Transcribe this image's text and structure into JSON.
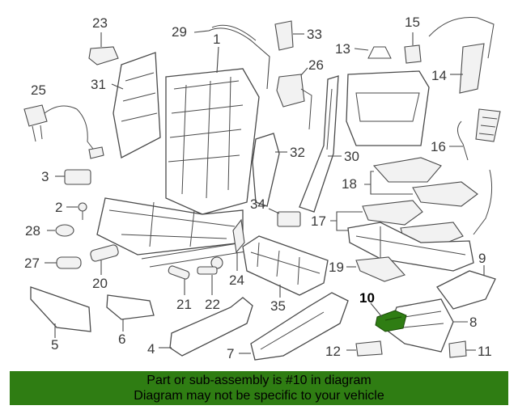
{
  "callouts": [
    {
      "id": "1",
      "label": "1"
    },
    {
      "id": "2",
      "label": "2"
    },
    {
      "id": "3",
      "label": "3"
    },
    {
      "id": "4",
      "label": "4"
    },
    {
      "id": "5",
      "label": "5"
    },
    {
      "id": "6",
      "label": "6"
    },
    {
      "id": "7",
      "label": "7"
    },
    {
      "id": "8",
      "label": "8"
    },
    {
      "id": "9",
      "label": "9"
    },
    {
      "id": "10",
      "label": "10"
    },
    {
      "id": "11",
      "label": "11"
    },
    {
      "id": "12",
      "label": "12"
    },
    {
      "id": "13",
      "label": "13"
    },
    {
      "id": "14",
      "label": "14"
    },
    {
      "id": "15",
      "label": "15"
    },
    {
      "id": "16",
      "label": "16"
    },
    {
      "id": "17",
      "label": "17"
    },
    {
      "id": "18",
      "label": "18"
    },
    {
      "id": "19",
      "label": "19"
    },
    {
      "id": "20",
      "label": "20"
    },
    {
      "id": "21",
      "label": "21"
    },
    {
      "id": "22",
      "label": "22"
    },
    {
      "id": "23",
      "label": "23"
    },
    {
      "id": "24",
      "label": "24"
    },
    {
      "id": "25",
      "label": "25"
    },
    {
      "id": "26",
      "label": "26"
    },
    {
      "id": "27",
      "label": "27"
    },
    {
      "id": "28",
      "label": "28"
    },
    {
      "id": "29",
      "label": "29"
    },
    {
      "id": "30",
      "label": "30"
    },
    {
      "id": "31",
      "label": "31"
    },
    {
      "id": "32",
      "label": "32"
    },
    {
      "id": "33",
      "label": "33"
    },
    {
      "id": "34",
      "label": "34"
    },
    {
      "id": "35",
      "label": "35"
    }
  ],
  "highlighted_part": "10",
  "highlight_color": "#2f7d13",
  "footer": {
    "line1": "Part or sub-assembly is #10 in diagram",
    "line2": "Diagram may not be specific to your vehicle"
  }
}
